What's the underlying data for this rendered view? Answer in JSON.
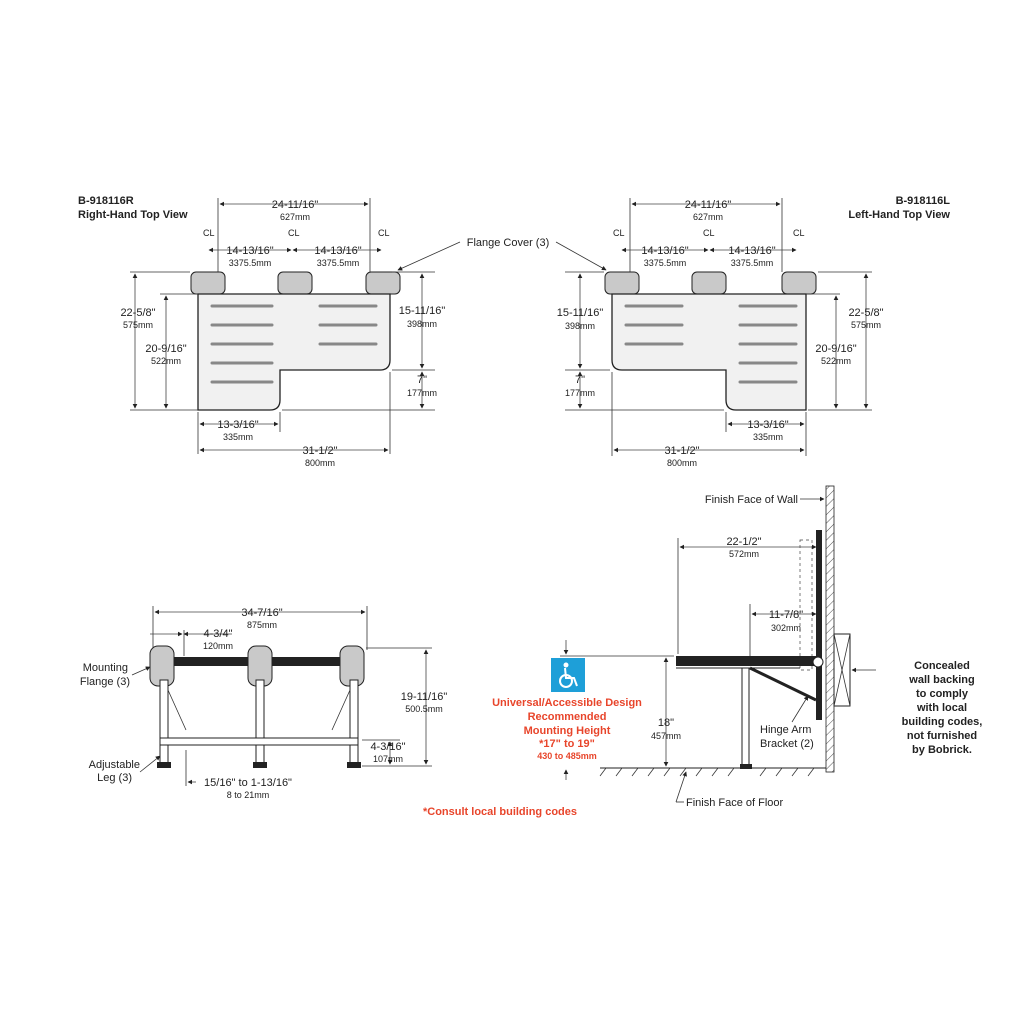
{
  "right_view": {
    "model": "B-918116R",
    "title": "Right-Hand Top View",
    "overall_width_in": "24-11/16\"",
    "overall_width_mm": "627mm",
    "cl_spacing_left_in": "14-13/16\"",
    "cl_spacing_left_mm": "3375.5mm",
    "cl_spacing_right_in": "14-13/16\"",
    "cl_spacing_right_mm": "3375.5mm",
    "depth_total_in": "22-5/8\"",
    "depth_total_mm": "575mm",
    "depth_seat_in": "20-9/16\"",
    "depth_seat_mm": "522mm",
    "depth_upper_in": "15-11/16\"",
    "depth_upper_mm": "398mm",
    "notch_in": "7\"",
    "notch_mm": "177mm",
    "extension_in": "13-3/16\"",
    "extension_mm": "335mm",
    "length_in": "31-1/2\"",
    "length_mm": "800mm"
  },
  "left_view": {
    "model": "B-918116L",
    "title": "Left-Hand Top View",
    "overall_width_in": "24-11/16\"",
    "overall_width_mm": "627mm",
    "cl_spacing_left_in": "14-13/16\"",
    "cl_spacing_left_mm": "3375.5mm",
    "cl_spacing_right_in": "14-13/16\"",
    "cl_spacing_right_mm": "3375.5mm",
    "depth_upper_in": "15-11/16\"",
    "depth_upper_mm": "398mm",
    "notch_in": "7\"",
    "notch_mm": "177mm",
    "depth_total_in": "22-5/8\"",
    "depth_total_mm": "575mm",
    "depth_seat_in": "20-9/16\"",
    "depth_seat_mm": "522mm",
    "extension_in": "13-3/16\"",
    "extension_mm": "335mm",
    "length_in": "31-1/2\"",
    "length_mm": "800mm"
  },
  "flange_cover_label": "Flange Cover (3)",
  "centerline_symbol": "CL",
  "front_view": {
    "overall_in": "34-7/16\"",
    "overall_mm": "875mm",
    "offset_in": "4-3/4\"",
    "offset_mm": "120mm",
    "mounting_flange_label_1": "Mounting",
    "mounting_flange_label_2": "Flange (3)",
    "adjustable_leg_label_1": "Adjustable",
    "adjustable_leg_label_2": "Leg (3)",
    "leg_adjust_in": "15/16\" to 1-13/16\"",
    "leg_adjust_mm": "8 to 21mm",
    "height_in": "19-11/16\"",
    "height_mm": "500.5mm",
    "rail_height_in": "4-3/16\"",
    "rail_height_mm": "107mm"
  },
  "side_view": {
    "finish_wall_label": "Finish Face of Wall",
    "finish_floor_label": "Finish Face of Floor",
    "depth_in": "22-1/2\"",
    "depth_mm": "572mm",
    "folded_in": "11-7/8\"",
    "folded_mm": "302mm",
    "seat_height_in": "18\"",
    "seat_height_mm": "457mm",
    "hinge_label_1": "Hinge Arm",
    "hinge_label_2": "Bracket (2)",
    "concealed_lines": [
      "Concealed",
      "wall backing",
      "to comply",
      "with local",
      "building codes,",
      "not furnished",
      "by Bobrick."
    ]
  },
  "accessible": {
    "icon": "wheelchair-icon",
    "line1": "Universal/Accessible Design",
    "line2": "Recommended",
    "line3": "Mounting Height",
    "line4": "*17\" to 19\"",
    "line5": "430 to 485mm",
    "color": "#e8452b",
    "icon_color": "#1e9fd8"
  },
  "consult_note": "*Consult local building codes"
}
